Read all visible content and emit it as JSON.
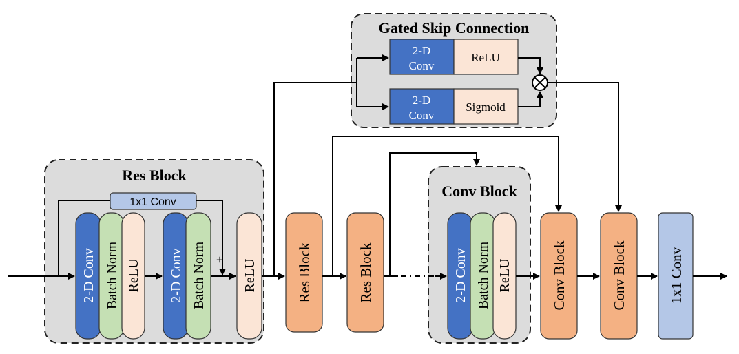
{
  "colors": {
    "conv": "#4472c4",
    "norm": "#c5e0b4",
    "relu": "#fbe5d6",
    "orange": "#f4b183",
    "blue_light": "#b4c7e7",
    "group_bg": "#dcdcdc"
  },
  "gated_skip": {
    "title": "Gated Skip Connection",
    "conv_line1": "2-D",
    "conv_line2": "Conv",
    "relu": "ReLU",
    "sigmoid": "Sigmoid",
    "multiply_symbol": "⊗"
  },
  "res_block": {
    "title": "Res Block",
    "shortcut": "1x1 Conv",
    "conv": "2-D Conv",
    "norm": "Batch Norm",
    "relu": "ReLU",
    "plus": "+",
    "out_relu": "ReLU"
  },
  "pipeline": {
    "res_block": "Res Block",
    "conv_block": "Conv Block",
    "final_conv": "1x1 Conv"
  },
  "conv_block": {
    "title": "Conv Block",
    "conv": "2-D Conv",
    "norm": "Batch Norm",
    "relu": "ReLU"
  }
}
